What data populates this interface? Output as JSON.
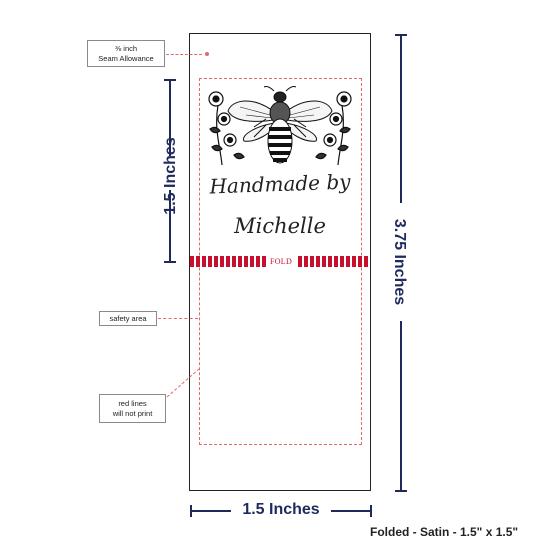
{
  "seam_callout": {
    "line1": "⅜ inch",
    "line2": "Seam Allowance"
  },
  "safety_callout": "safety area",
  "redlines_callout": {
    "line1": "red lines",
    "line2": "will not print"
  },
  "label": {
    "line1": "Handmade by",
    "line2": "Michelle",
    "fold_text": "FOLD",
    "artwork": "bee-illustration"
  },
  "dimensions": {
    "left_height": "1.5 Inches",
    "right_height": "3.75 Inches",
    "bottom_width": "1.5 Inches"
  },
  "caption": "Folded - Satin - 1.5\" x 1.5\"",
  "colors": {
    "dimension": "#1f2a5c",
    "fold": "#c8102e",
    "guide": "#e06a6a"
  }
}
